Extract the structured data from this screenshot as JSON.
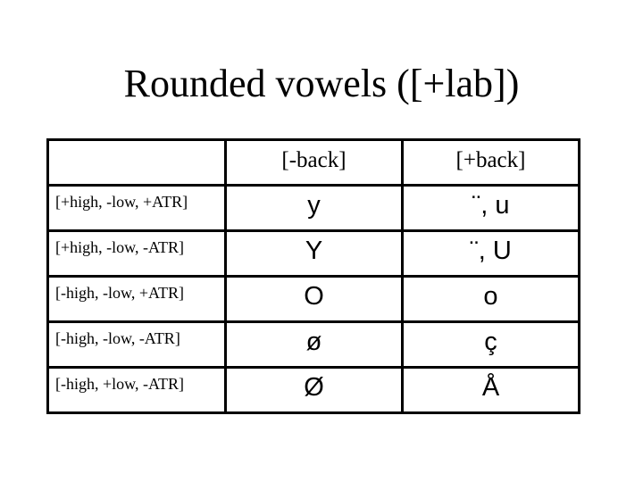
{
  "slide": {
    "title": "Rounded vowels ([+lab])"
  },
  "table": {
    "column_headers": [
      "",
      "[-back]",
      "[+back]"
    ],
    "rows": [
      {
        "label": "[+high, -low, +ATR]",
        "minus_back": "y",
        "plus_back": "¨, u"
      },
      {
        "label": "[+high, -low, -ATR]",
        "minus_back": "Y",
        "plus_back": "¨, U"
      },
      {
        "label": "[-high, -low, +ATR]",
        "minus_back": "O",
        "plus_back": "o"
      },
      {
        "label": "[-high, -low, -ATR]",
        "minus_back": "ø",
        "plus_back": "ç"
      },
      {
        "label": "[-high, +low, -ATR]",
        "minus_back": "Ø",
        "plus_back": "Å"
      }
    ]
  },
  "colors": {
    "background": "#ffffff",
    "text": "#000000",
    "border": "#000000"
  }
}
